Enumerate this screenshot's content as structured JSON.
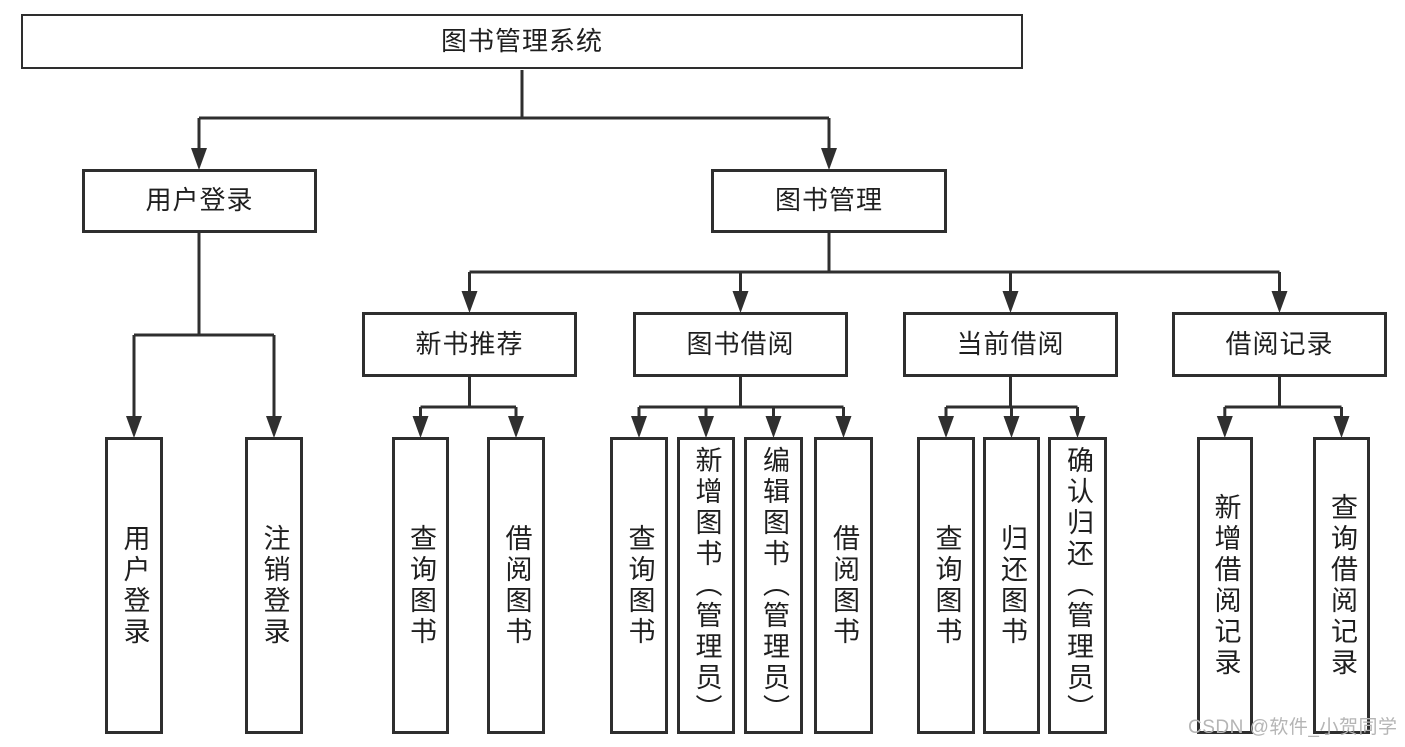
{
  "tree": {
    "root": {
      "label": "图书管理系统",
      "children": [
        {
          "label": "用户登录",
          "children": [
            {
              "label": "用户登录"
            },
            {
              "label": "注销登录"
            }
          ]
        },
        {
          "label": "图书管理",
          "children": [
            {
              "label": "新书推荐",
              "children": [
                {
                  "label": "查询图书"
                },
                {
                  "label": "借阅图书"
                }
              ]
            },
            {
              "label": "图书借阅",
              "children": [
                {
                  "label": "查询图书"
                },
                {
                  "label": "新增图书（管理员）"
                },
                {
                  "label": "编辑图书（管理员）"
                },
                {
                  "label": "借阅图书"
                }
              ]
            },
            {
              "label": "当前借阅",
              "children": [
                {
                  "label": "查询图书"
                },
                {
                  "label": "归还图书"
                },
                {
                  "label": "确认归还（管理员）"
                }
              ]
            },
            {
              "label": "借阅记录",
              "children": [
                {
                  "label": "新增借阅记录"
                },
                {
                  "label": "查询借阅记录"
                }
              ]
            }
          ]
        }
      ]
    }
  },
  "watermark": {
    "text": "CSDN @软件_小贺同学"
  },
  "colors": {
    "line": "#2f2f2f",
    "border": "#2e2e2e",
    "text": "#1f1f1f",
    "background": "#ffffff",
    "watermark": "#b5b5b5"
  }
}
